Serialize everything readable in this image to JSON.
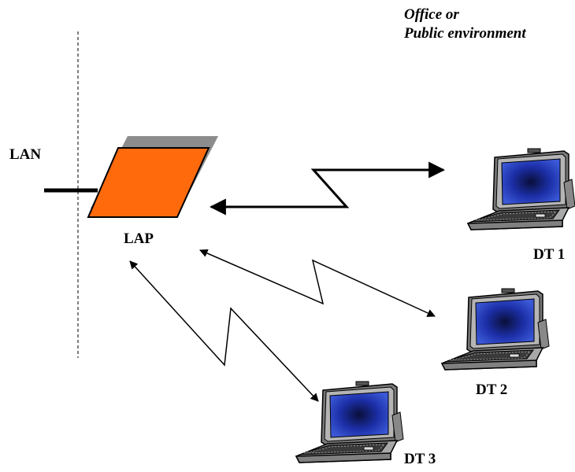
{
  "environment": {
    "line1": "Office or",
    "line2": "Public environment"
  },
  "labels": {
    "lan": "LAN",
    "lap": "LAP",
    "dt1": "DT 1",
    "dt2": "DT 2",
    "dt3": "DT 3"
  },
  "colors": {
    "lap_fill": "#FF6A0D",
    "lap_shadow": "#8C8C8C",
    "laptop_screen": "#1A2FA0",
    "laptop_body": "#9A9A9A"
  }
}
